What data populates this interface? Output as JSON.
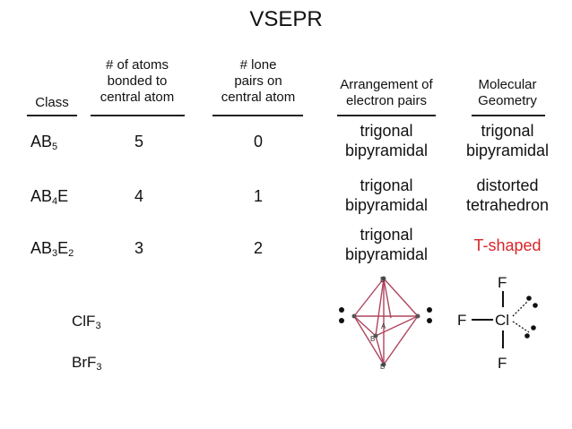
{
  "title": "VSEPR",
  "headers": {
    "class": "Class",
    "atoms": [
      "# of atoms",
      "bonded to",
      "central atom"
    ],
    "lone": [
      "# lone",
      "pairs on",
      "central atom"
    ],
    "arrangement": [
      "Arrangement of",
      "electron pairs"
    ],
    "geometry": [
      "Molecular",
      "Geometry"
    ]
  },
  "rows": [
    {
      "class_main": "AB",
      "class_sub": "5",
      "class_tail": "",
      "class_tail_sub": "",
      "atoms": "5",
      "lone": "0",
      "arrangement": [
        "trigonal",
        "bipyramidal"
      ],
      "geometry": [
        "trigonal",
        "bipyramidal"
      ]
    },
    {
      "class_main": "AB",
      "class_sub": "4",
      "class_tail": "E",
      "class_tail_sub": "",
      "atoms": "4",
      "lone": "1",
      "arrangement": [
        "trigonal",
        "bipyramidal"
      ],
      "geometry": [
        "distorted",
        "tetrahedron"
      ]
    },
    {
      "class_main": "AB",
      "class_sub": "3",
      "class_tail": "E",
      "class_tail_sub": "2",
      "atoms": "3",
      "lone": "2",
      "arrangement": [
        "trigonal",
        "bipyramidal"
      ],
      "geometry": [
        "T-shaped"
      ]
    }
  ],
  "examples": [
    {
      "main": "ClF",
      "sub": "3"
    },
    {
      "main": "BrF",
      "sub": "3"
    }
  ],
  "bipyramid_labels": {
    "top": "B",
    "bottom": "B",
    "center": "A",
    "lower": "B"
  },
  "lewis": {
    "top": "F",
    "bottom": "F",
    "left": "F",
    "center": "Cl"
  },
  "colors": {
    "highlight": "#d7262a",
    "bipyramid": "#b0455e"
  }
}
